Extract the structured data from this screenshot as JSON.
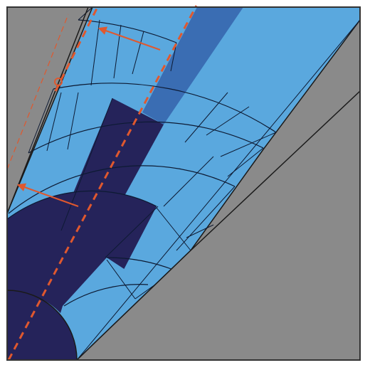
{
  "colors": {
    "background": "#8a8a8a",
    "wedge_light": "#5aa8de",
    "wedge_dark": "#25235a",
    "wedge_medium": "#3a6db3",
    "outline": "#1a1a1a",
    "grid_line": "#0d1a33",
    "annotation": "#e0582e",
    "frame": "#333333"
  },
  "annotations": {
    "arrows": 2,
    "marker": "open-circle",
    "dashed_lines": 3
  }
}
